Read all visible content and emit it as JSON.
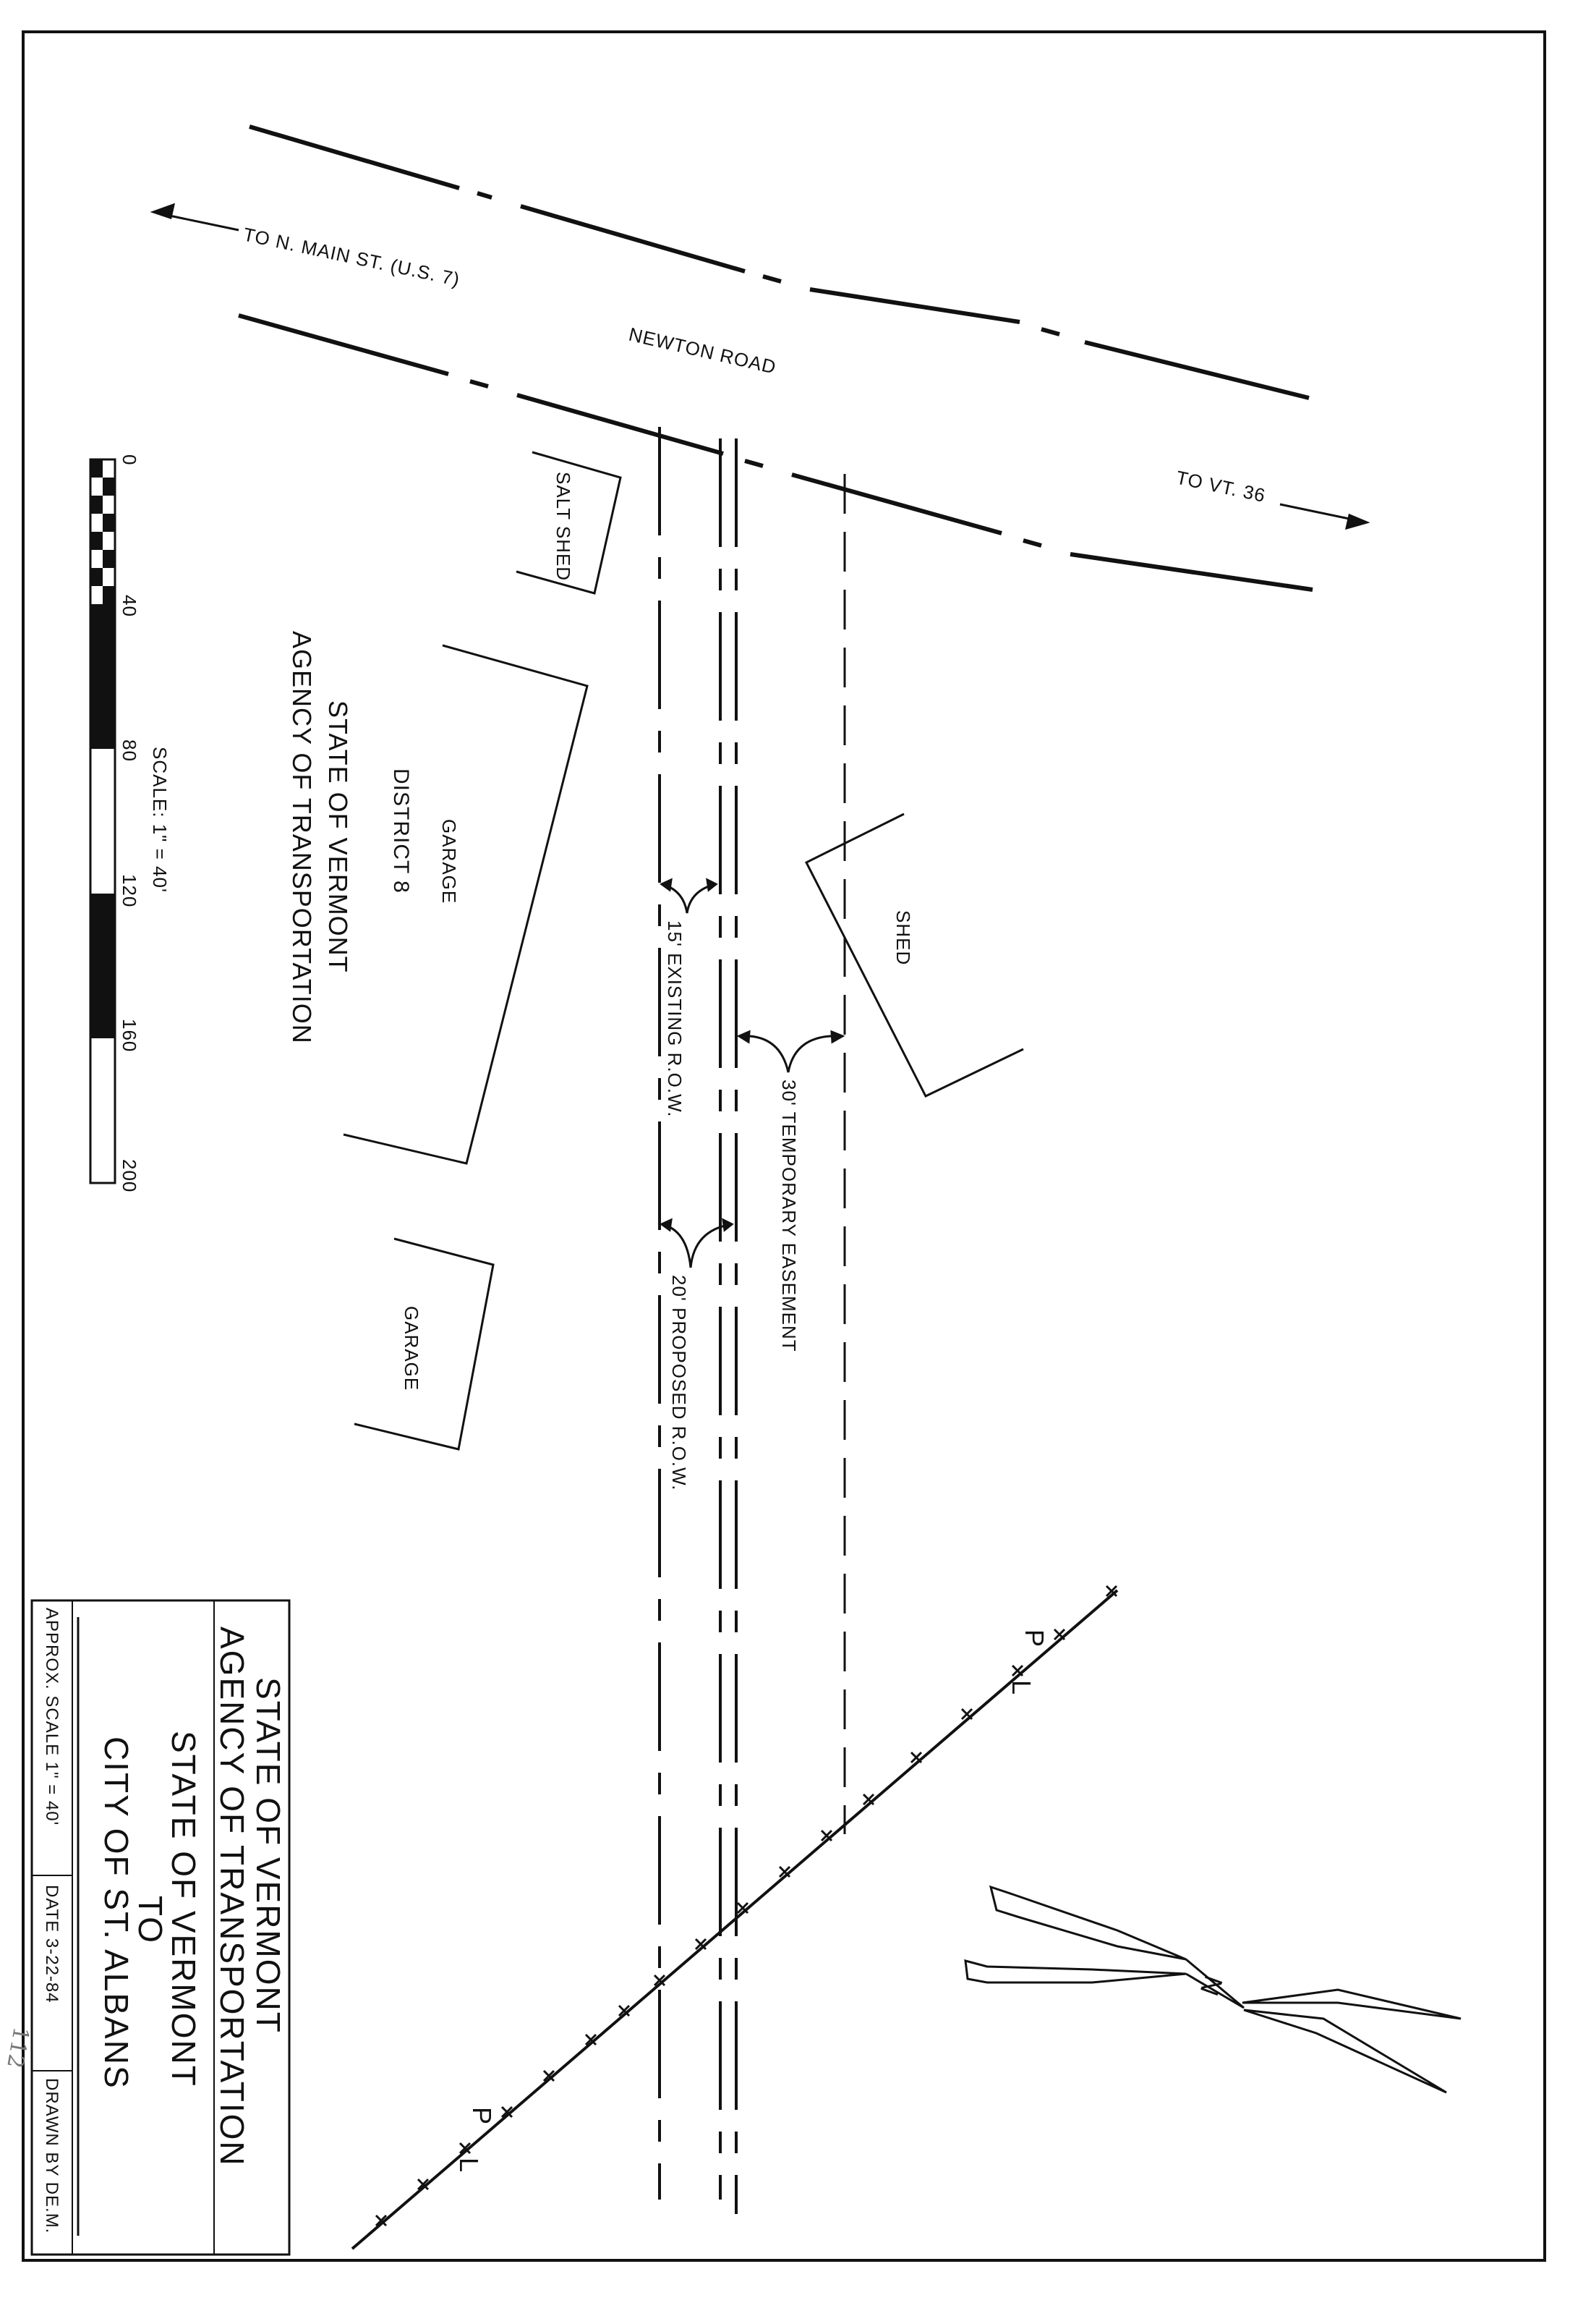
{
  "roads": {
    "road_name": "NEWTON ROAD",
    "to_west": "TO N. MAIN ST. (U.S. 7)",
    "to_east": "TO VT. 36"
  },
  "buildings": {
    "salt_shed": "SALT SHED",
    "garage_main": "GARAGE",
    "garage_district": "DISTRICT 8",
    "shed": "SHED",
    "garage_small": "GARAGE"
  },
  "dimensions": {
    "existing_row": "15' EXISTING R.O.W.",
    "temporary_easement": "30' TEMPORARY EASEMENT",
    "proposed_row": "20' PROPOSED R.O.W."
  },
  "property_line": {
    "label_top": "P",
    "label_top_l": "L",
    "label_bottom": "P",
    "label_bottom_l": "L"
  },
  "agency": {
    "line1": "STATE OF VERMONT",
    "line2": "AGENCY OF TRANSPORTATION"
  },
  "scale_bar": {
    "label": "SCALE: 1\" = 40'",
    "ticks": [
      "0",
      "40",
      "80",
      "120",
      "160",
      "200"
    ]
  },
  "north_arrow": {
    "label": "N"
  },
  "title_block": {
    "line1": "STATE OF VERMONT",
    "line2": "AGENCY OF TRANSPORTATION",
    "line3": "STATE OF VERMONT",
    "line4": "TO",
    "line5": "CITY OF ST. ALBANS",
    "approx_scale": "APPROX. SCALE  1\" = 40'",
    "date": "DATE  3-22-84",
    "drawn_by": "DRAWN BY DE.M."
  },
  "handwritten_note": "112"
}
